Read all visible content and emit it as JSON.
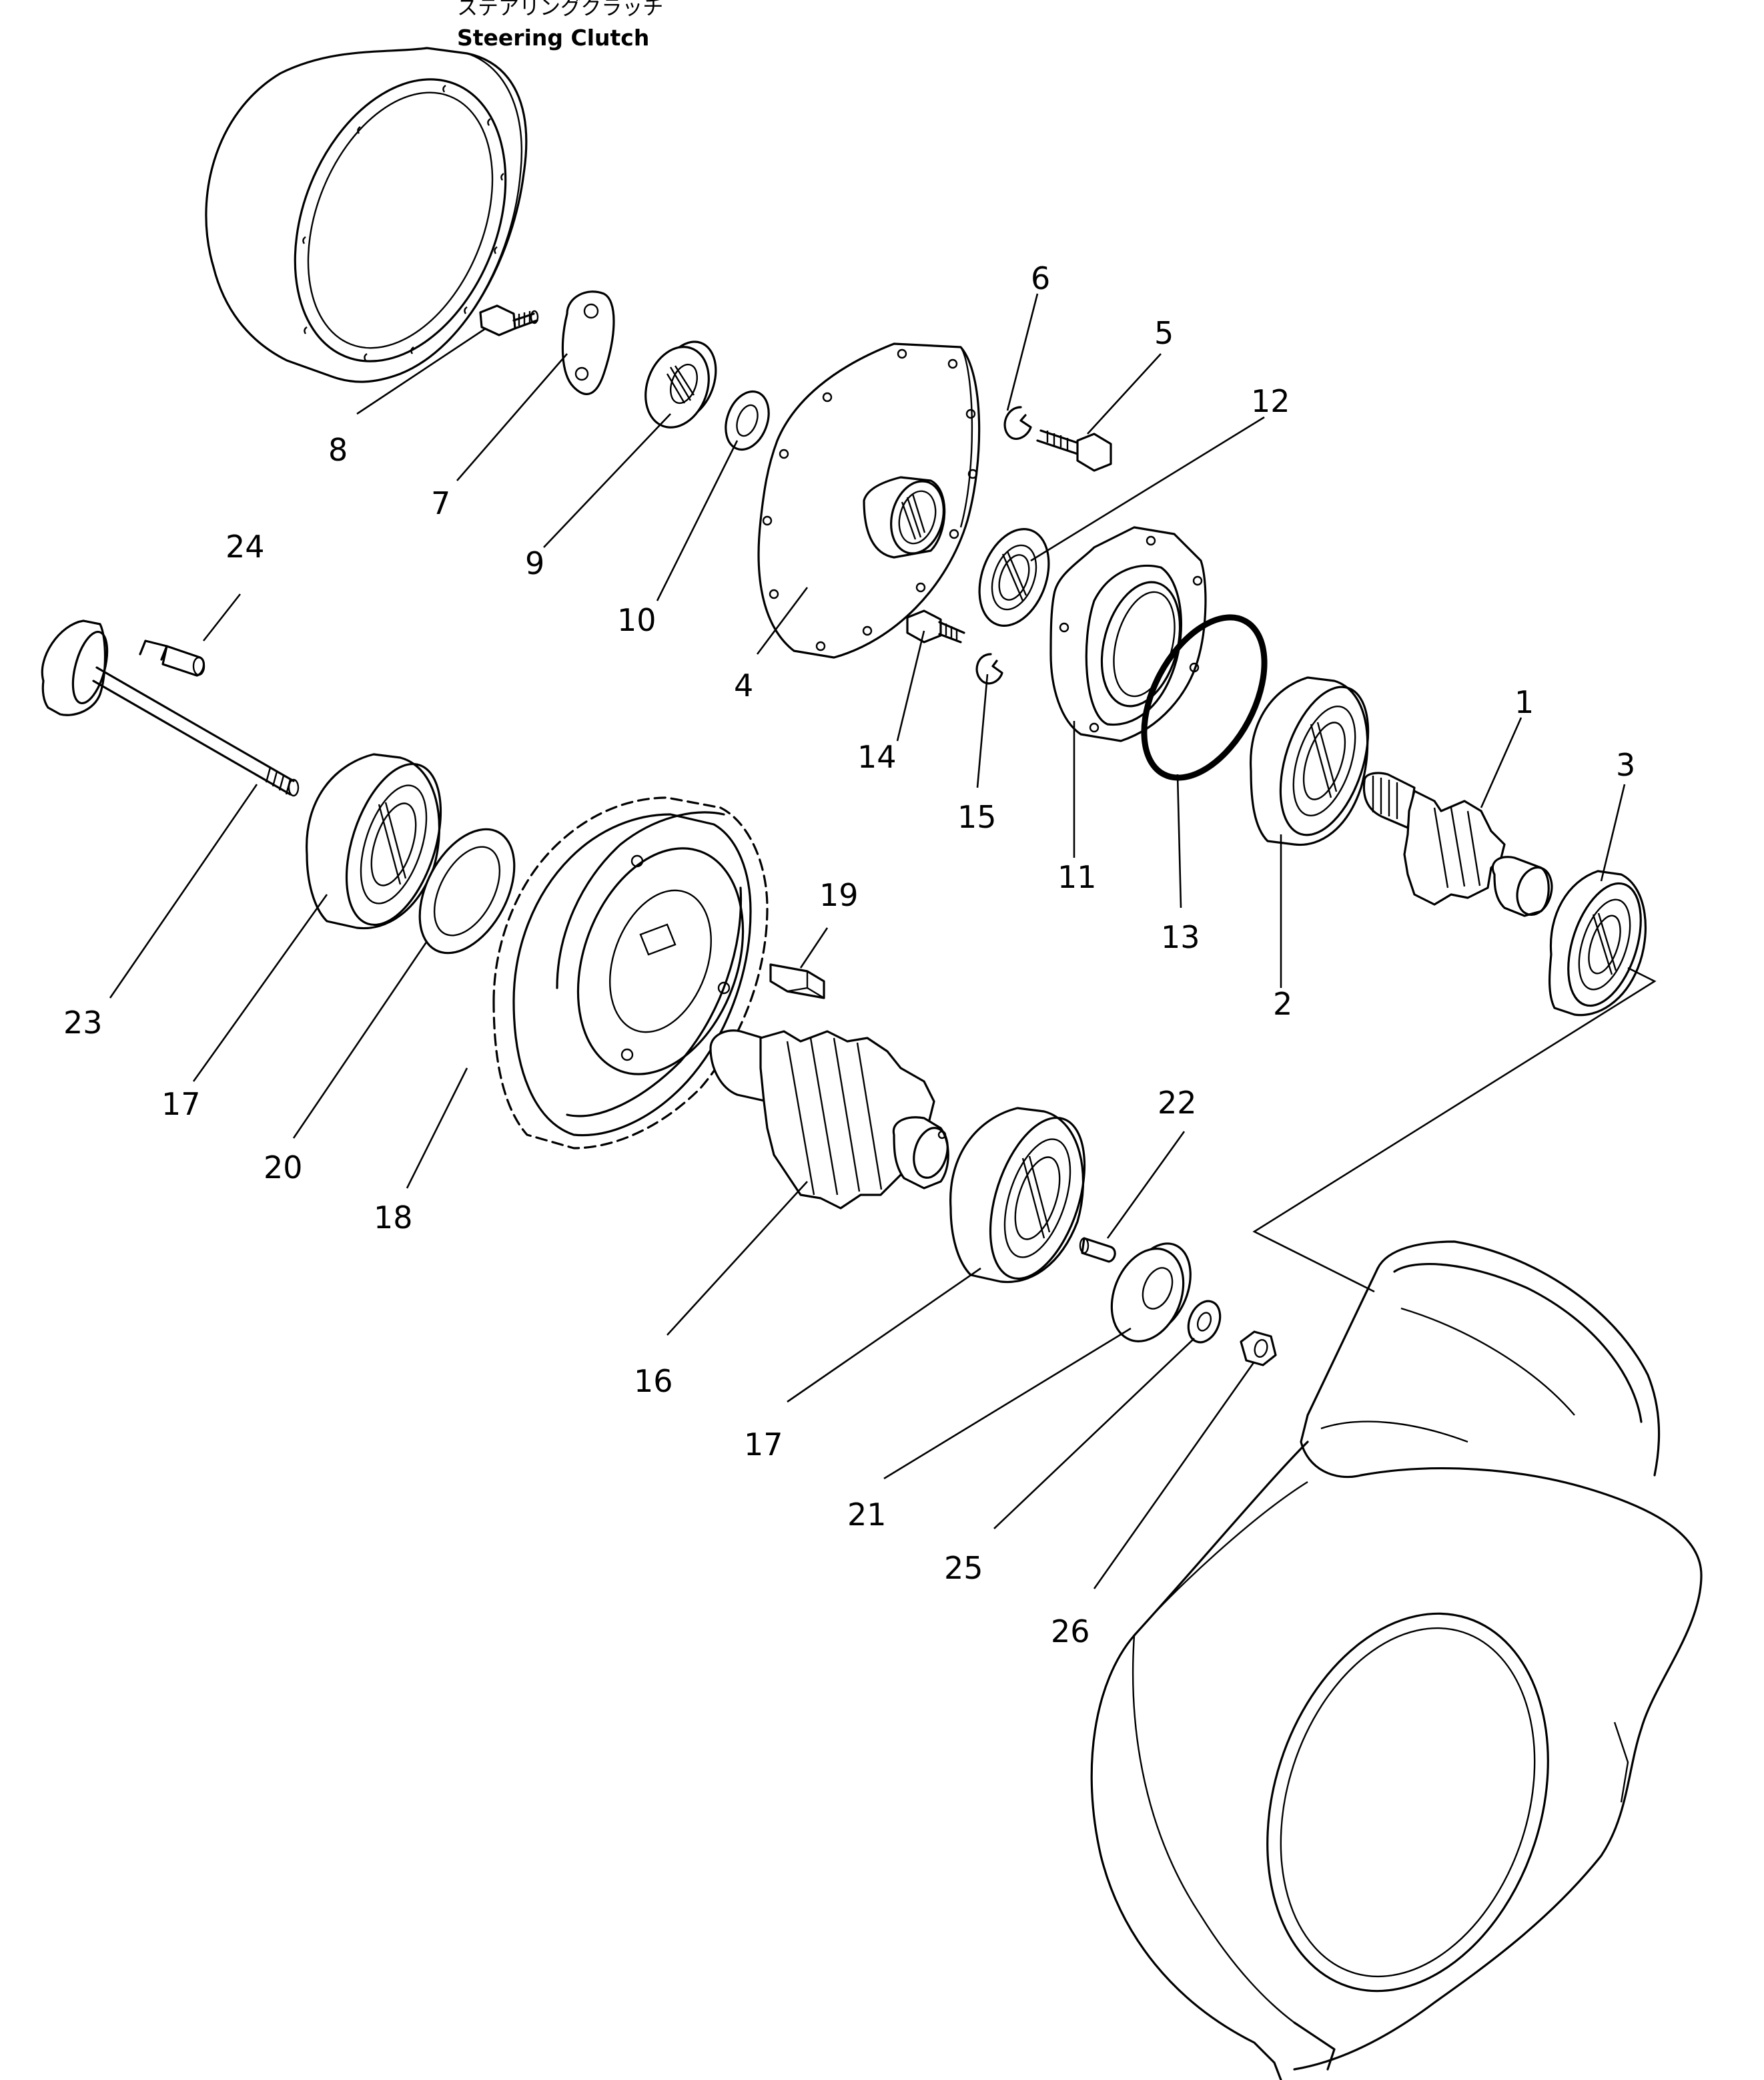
{
  "caption": {
    "jp": "ステアリングクラッチ",
    "en": "Steering Clutch"
  },
  "callouts": [
    {
      "id": "n1",
      "text": "1"
    },
    {
      "id": "n2",
      "text": "2"
    },
    {
      "id": "n3",
      "text": "3"
    },
    {
      "id": "n4",
      "text": "4"
    },
    {
      "id": "n5",
      "text": "5"
    },
    {
      "id": "n6",
      "text": "6"
    },
    {
      "id": "n7",
      "text": "7"
    },
    {
      "id": "n8",
      "text": "8"
    },
    {
      "id": "n9",
      "text": "9"
    },
    {
      "id": "n10",
      "text": "10"
    },
    {
      "id": "n11",
      "text": "11"
    },
    {
      "id": "n12",
      "text": "12"
    },
    {
      "id": "n13",
      "text": "13"
    },
    {
      "id": "n14",
      "text": "14"
    },
    {
      "id": "n15",
      "text": "15"
    },
    {
      "id": "n16",
      "text": "16"
    },
    {
      "id": "n17a",
      "text": "17"
    },
    {
      "id": "n17b",
      "text": "17"
    },
    {
      "id": "n18",
      "text": "18"
    },
    {
      "id": "n19",
      "text": "19"
    },
    {
      "id": "n20",
      "text": "20"
    },
    {
      "id": "n21",
      "text": "21"
    },
    {
      "id": "n22",
      "text": "22"
    },
    {
      "id": "n23",
      "text": "23"
    },
    {
      "id": "n24",
      "text": "24"
    },
    {
      "id": "n25",
      "text": "25"
    },
    {
      "id": "n26",
      "text": "26"
    }
  ]
}
